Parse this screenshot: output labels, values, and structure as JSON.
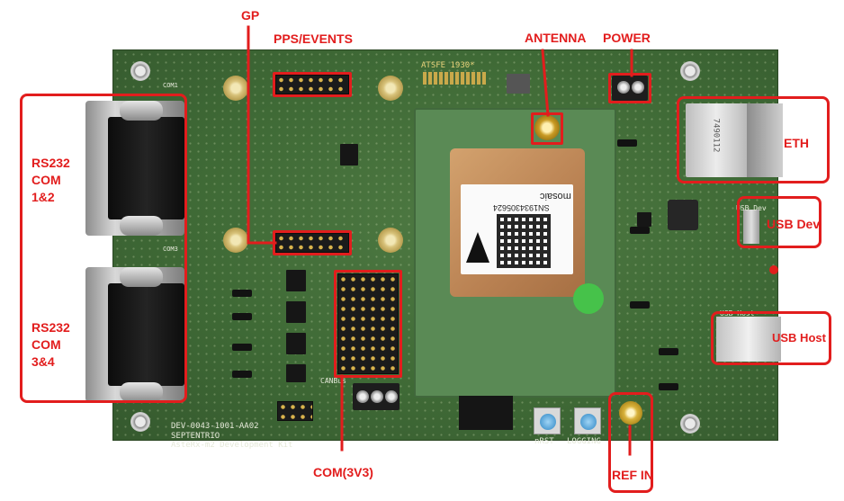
{
  "image": {
    "labels": {
      "gp": "GP",
      "pps_events": "PPS/EVENTS",
      "antenna": "ANTENNA",
      "power": "POWER",
      "eth": "ETH",
      "usb_dev": "USB Dev",
      "usb_host": "USB Host",
      "rs232_com12": [
        "RS232",
        "COM",
        "1&2"
      ],
      "rs232_com34": [
        "RS232",
        "COM",
        "3&4"
      ],
      "com3v3": "COM(3V3)",
      "ref_in": "REF IN"
    },
    "board_text": {
      "part_number": "DEV-0043-1001-AA02",
      "brand": "SEPTENTRIO",
      "product": "AsteRx-m2 Development Kit",
      "module_brand": "mosaic",
      "serial": "SN1934305624",
      "fw_top": "ATSFE 1930*",
      "com1": "COM1",
      "com3": "COM3",
      "nrst": "nRST",
      "logging": "LOGGING",
      "eth_part": "7490112",
      "usb_dev_silk": "USB Dev",
      "usb_host_silk": "USB Host",
      "can_bus": "CANBus"
    },
    "annotation_color": "#e21d1d"
  }
}
